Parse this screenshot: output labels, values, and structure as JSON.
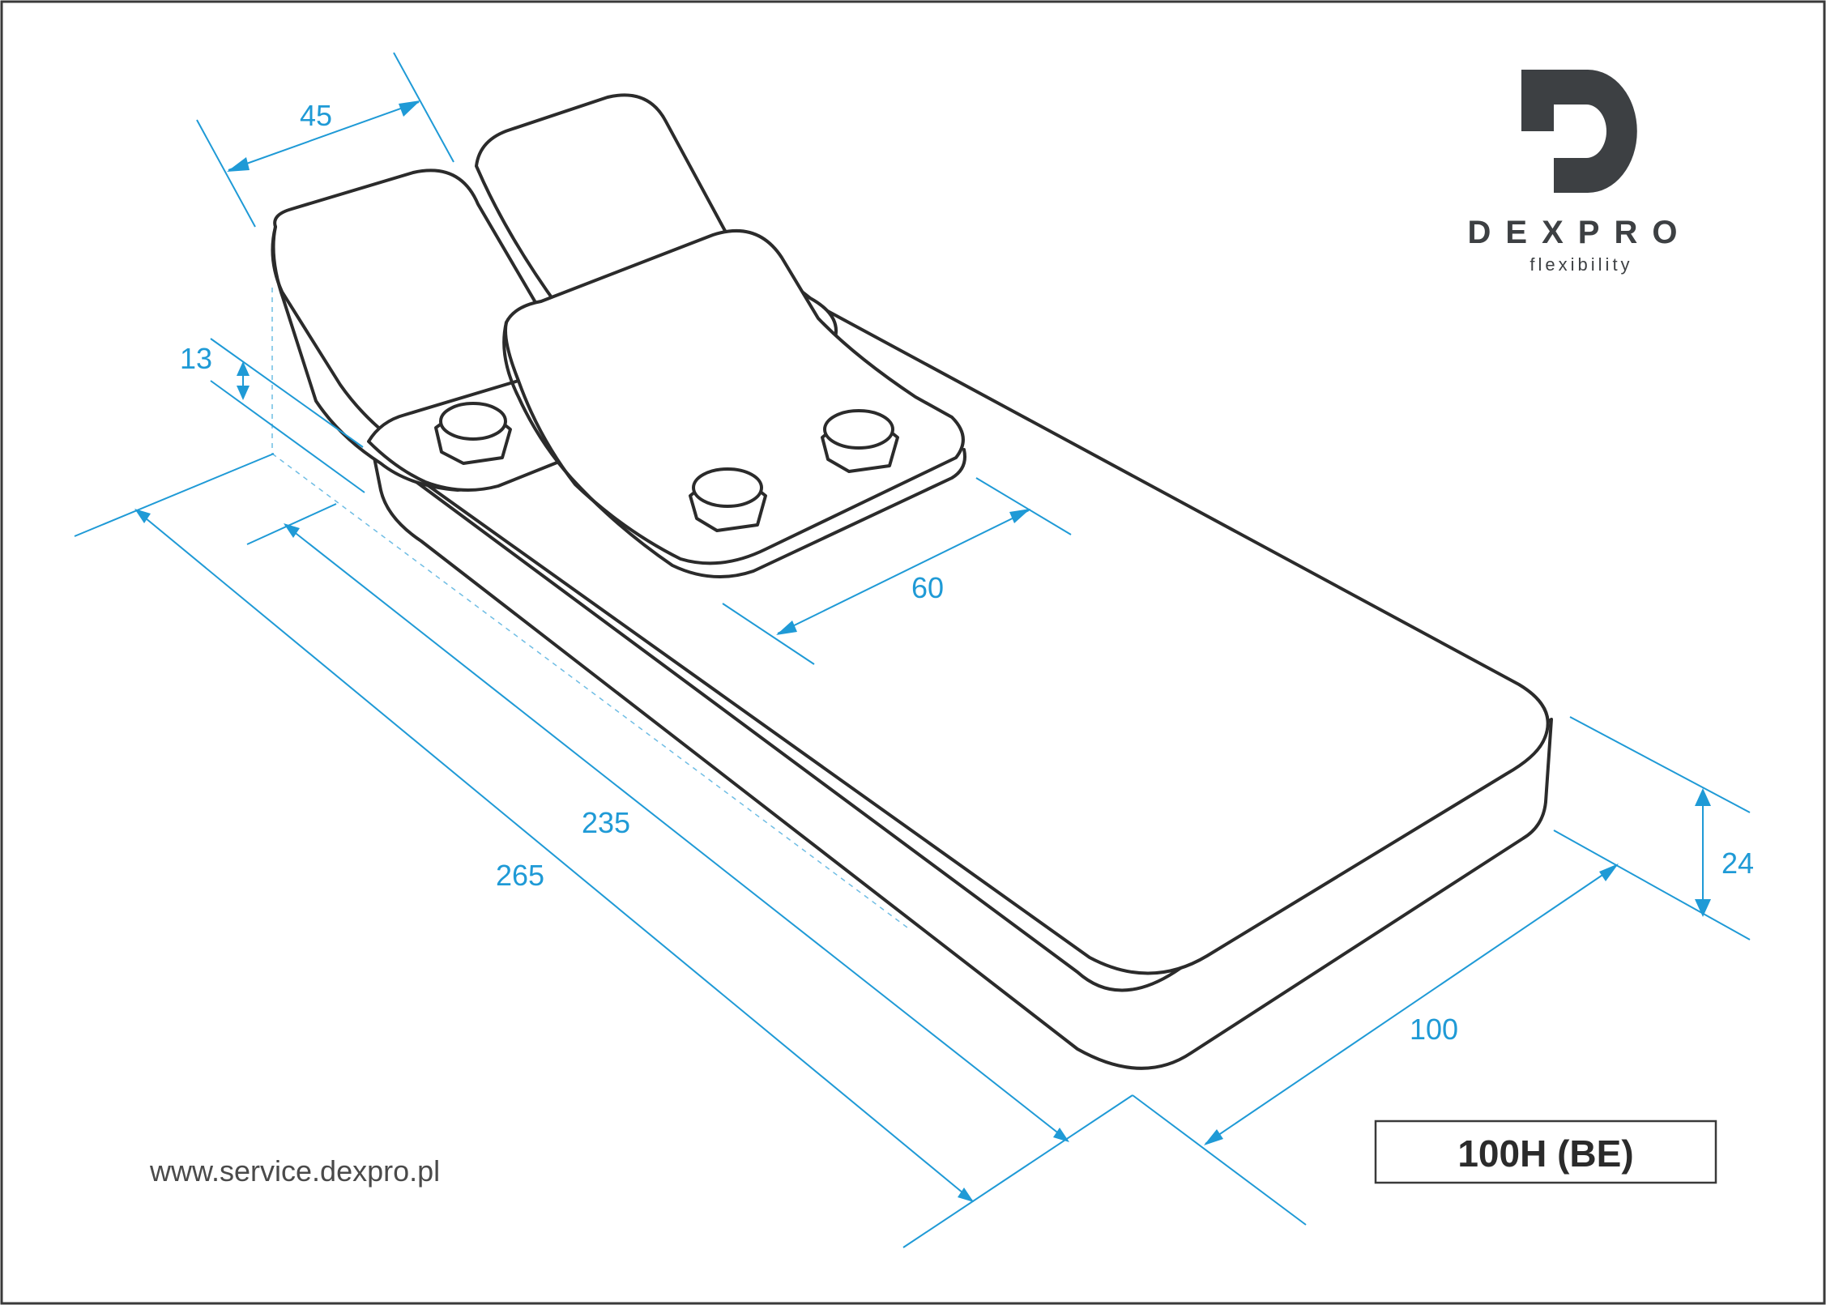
{
  "brand": {
    "name": "DEXPRO",
    "tagline": "flexibility",
    "logo_color": "#3d4043"
  },
  "website": "www.service.dexpro.pl",
  "model_label": "100H (BE)",
  "dimensions": {
    "d45": "45",
    "d13": "13",
    "d60": "60",
    "d235": "235",
    "d265": "265",
    "d24": "24",
    "d100": "100"
  },
  "colors": {
    "dimension": "#1f9ad6",
    "outline": "#2b2b2b",
    "border": "#3a3a3a"
  }
}
